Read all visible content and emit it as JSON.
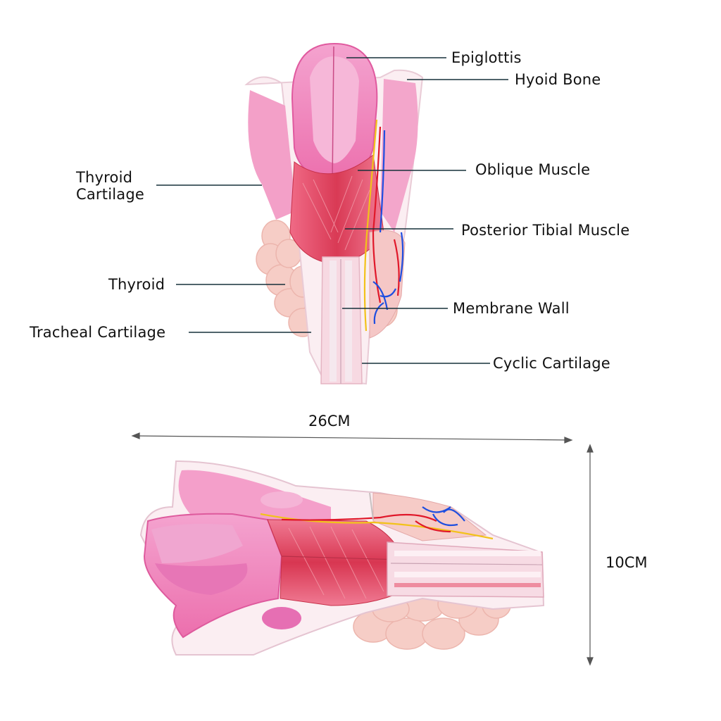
{
  "labels": {
    "epiglottis": "Epiglottis",
    "hyoid_bone": "Hyoid Bone",
    "thyroid_cartilage": "Thyroid\nCartilage",
    "oblique_muscle": "Oblique Muscle",
    "posterior_tibial_muscle": "Posterior Tibial Muscle",
    "thyroid": "Thyroid",
    "membrane_wall": "Membrane Wall",
    "tracheal_cartilage": "Tracheal Cartilage",
    "cyclic_cartilage": "Cyclic Cartilage"
  },
  "dimensions": {
    "length": "26CM",
    "height": "10CM"
  },
  "colors": {
    "leader_line": "#17303a",
    "mucosa_pink": "#f08cc0",
    "muscle_red": "#e0475e",
    "cartilage_white": "#fbeef2",
    "thyroid_peach": "#f6cdc6",
    "artery_red": "#e0182a",
    "vein_blue": "#1e4ee0",
    "nerve_yellow": "#f2c21a"
  }
}
